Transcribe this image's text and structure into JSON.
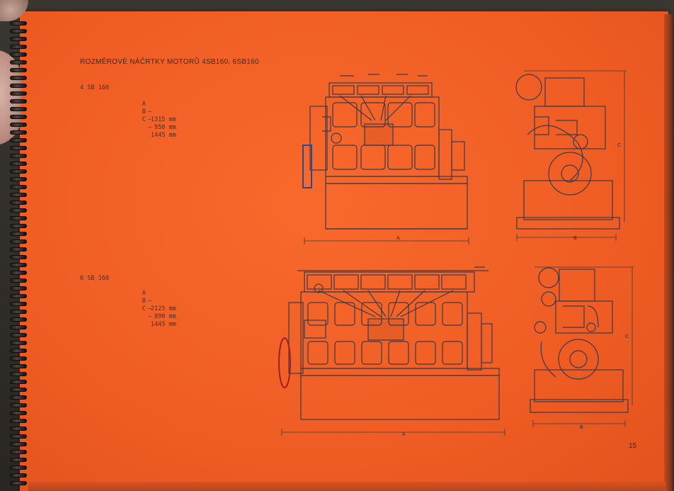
{
  "document": {
    "title": "ROZMĚROVÉ NÁČRTKY MOTORŮ 4SB160, 6SB160",
    "page_number": "15"
  },
  "engines": [
    {
      "model": "4 SB 160",
      "dims": [
        {
          "letter": "A",
          "sep": "–",
          "value": "1315 mm"
        },
        {
          "letter": "B",
          "sep": "–",
          "value": "950 mm"
        },
        {
          "letter": "C",
          "sep": "–",
          "value": "1445 mm"
        }
      ]
    },
    {
      "model": "6 SB 160",
      "dims": [
        {
          "letter": "A",
          "sep": "–",
          "value": "2125 mm"
        },
        {
          "letter": "B",
          "sep": "–",
          "value": "890 mm"
        },
        {
          "letter": "C",
          "sep": "–",
          "value": "1445 mm"
        }
      ]
    }
  ],
  "drawing_labels": {
    "a": "A",
    "b": "B",
    "c": "C"
  },
  "colors": {
    "page": "#f26428",
    "line": "#3a3a4a",
    "blue_accent": "#2d4a8c",
    "red_accent": "#9a2030"
  }
}
